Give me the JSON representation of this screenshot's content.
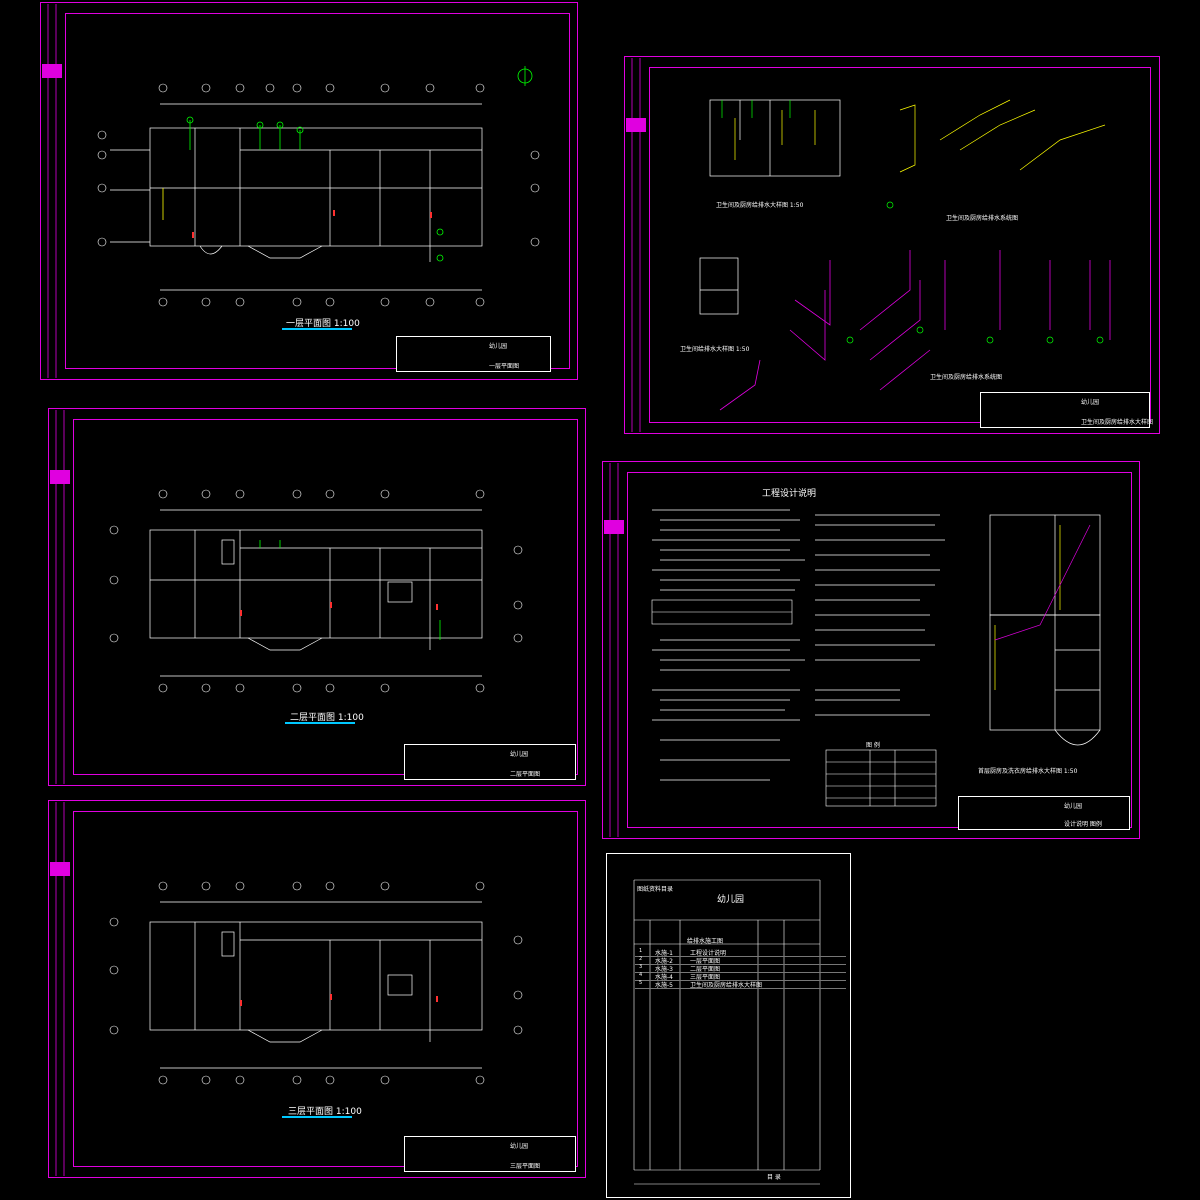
{
  "sheets": {
    "plan1": {
      "title": "一层平面图 1:100",
      "tb_project": "幼儿园",
      "tb_drawing": "一层平面图"
    },
    "detail": {
      "t1": "卫生间及厨房给排水大样图 1:50",
      "t2": "卫生间及厨房给排水系统图",
      "t3": "卫生间给排水大样图 1:50",
      "t4": "卫生间及厨房给排水系统图",
      "tb_project": "幼儿园",
      "tb_drawing": "卫生间及厨房给排水大样图"
    },
    "plan2": {
      "title": "二层平面图 1:100",
      "tb_project": "幼儿园",
      "tb_drawing": "二层平面图"
    },
    "notes": {
      "title": "工程设计说明",
      "legend_title": "图 例",
      "detail_title": "首层厨房及洗衣房给排水大样图 1:50",
      "tb_project": "幼儿园",
      "tb_drawing": "设计说明 图例"
    },
    "plan3": {
      "title": "三层平面图 1:100",
      "tb_project": "幼儿园",
      "tb_drawing": "三层平面图"
    }
  },
  "index": {
    "header": "图纸资料目录",
    "project": "幼儿园",
    "list_title": "给排水施工图",
    "rows": [
      {
        "n": "1",
        "code": "水施-1",
        "name": "工程设计说明"
      },
      {
        "n": "2",
        "code": "水施-2",
        "name": "一层平面图"
      },
      {
        "n": "3",
        "code": "水施-3",
        "name": "二层平面图"
      },
      {
        "n": "4",
        "code": "水施-4",
        "name": "三层平面图"
      },
      {
        "n": "5",
        "code": "水施-5",
        "name": "卫生间及厨房给排水大样图"
      }
    ],
    "footer": "目 录"
  },
  "colors": {
    "frame": "#e000e0",
    "line": "#ffffff",
    "accent": "#00ff00",
    "title_underline": "#00c8ff",
    "marker": "#ff3030"
  }
}
